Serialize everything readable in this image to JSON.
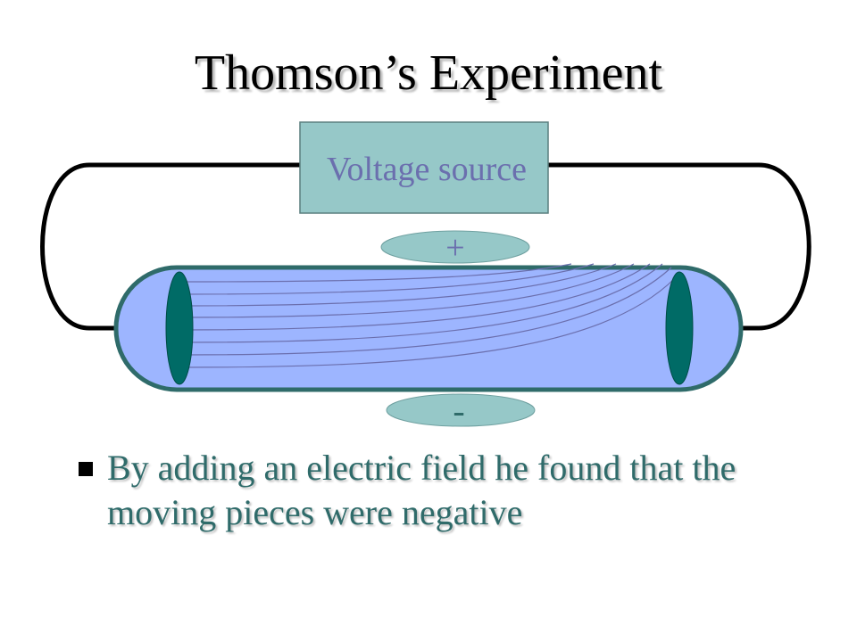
{
  "title": "Thomson’s Experiment",
  "voltage_source": {
    "label": "Voltage source",
    "fill": "#96c8c8",
    "text_color": "#6b6fae"
  },
  "plates": {
    "positive_label": "+",
    "negative_label": "-",
    "fill": "#96c8c8"
  },
  "tube": {
    "fill": "#9db5ff",
    "stroke": "#2f6b6a",
    "electrode_fill": "#006b66",
    "ray_color": "#6b6fae"
  },
  "bullet": {
    "text": "By adding an electric field he found that the moving pieces were negative",
    "color": "#2f6b6a"
  }
}
